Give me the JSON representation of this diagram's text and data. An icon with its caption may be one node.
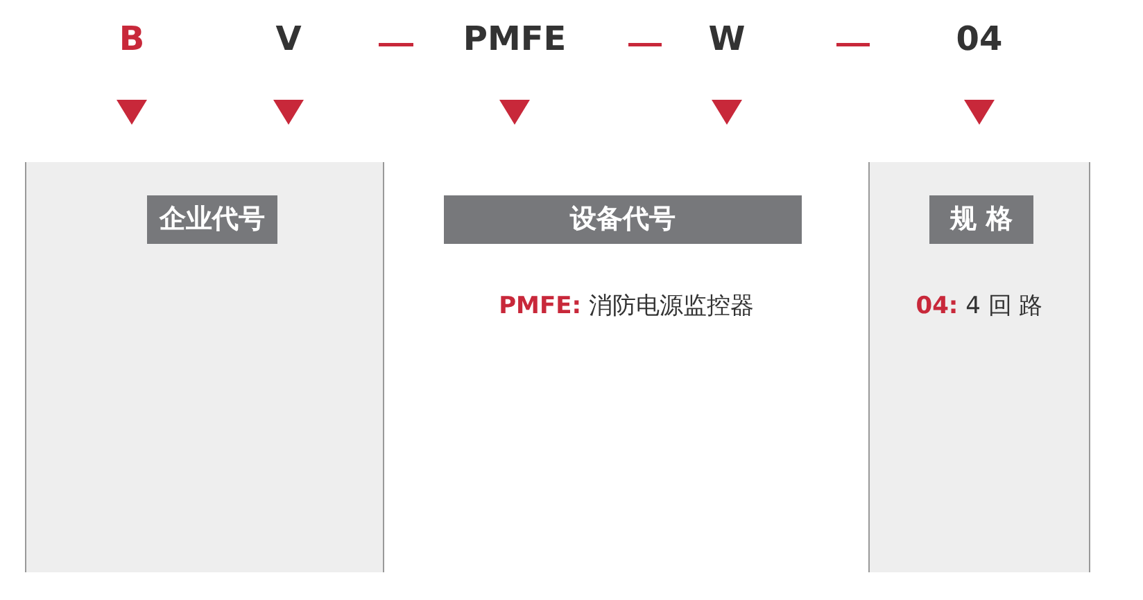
{
  "diagram": {
    "nodes": [
      {
        "text": [
          "企业代号"
        ]
      },
      {
        "text": [
          "设备代号",
          "**PMFE:** 消防电源监控器"
        ]
      },
      {
        "text": [
          "规 格",
          "**04:** 4 回 路"
        ]
      }
    ],
    "labels": [
      "B",
      "V",
      "PMFE",
      "W",
      "04"
    ]
  }
}
